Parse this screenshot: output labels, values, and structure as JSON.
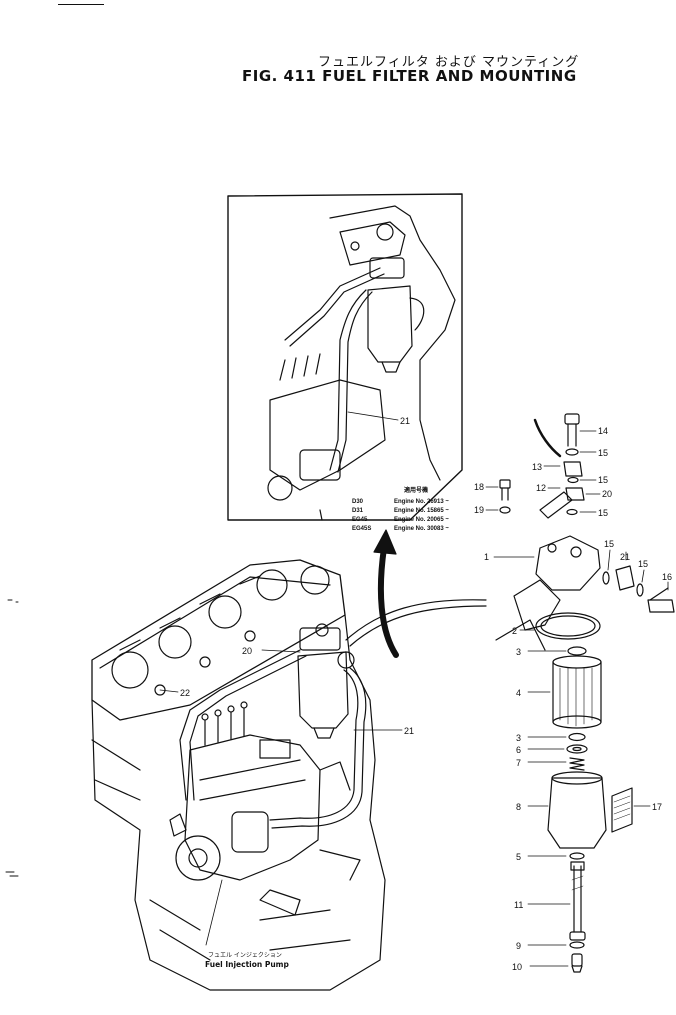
{
  "title": {
    "jp": "フュエルフィルタ および マウンティング",
    "en": "FIG. 411  FUEL FILTER AND MOUNTING"
  },
  "engine_table": [
    {
      "model": "D30",
      "text": "Engine No. 26913 ~"
    },
    {
      "model": "D31",
      "text": "Engine No. 15865 ~"
    },
    {
      "model": "EG45",
      "text": "Engine No. 20065 ~"
    },
    {
      "model": "EG45S",
      "text": "Engine No. 30083 ~"
    }
  ],
  "engine_table_header": "適用号機",
  "pump_label": {
    "jp": "フュエル インジェクション",
    "en": "Fuel Injection Pump"
  },
  "callouts": {
    "c1": "1",
    "c2": "2",
    "c3a": "3",
    "c3b": "3",
    "c4": "4",
    "c5": "5",
    "c6": "6",
    "c7": "7",
    "c8": "8",
    "c9": "9",
    "c10": "10",
    "c11": "11",
    "c12": "12",
    "c13": "13",
    "c14": "14",
    "c15a": "15",
    "c15b": "15",
    "c15c": "15",
    "c15d": "15",
    "c15e": "15",
    "c16": "16",
    "c17": "17",
    "c18": "18",
    "c19": "19",
    "c20": "20",
    "c20b": "20",
    "c21": "21",
    "c21b": "21",
    "c21c": "21",
    "c22": "22"
  }
}
